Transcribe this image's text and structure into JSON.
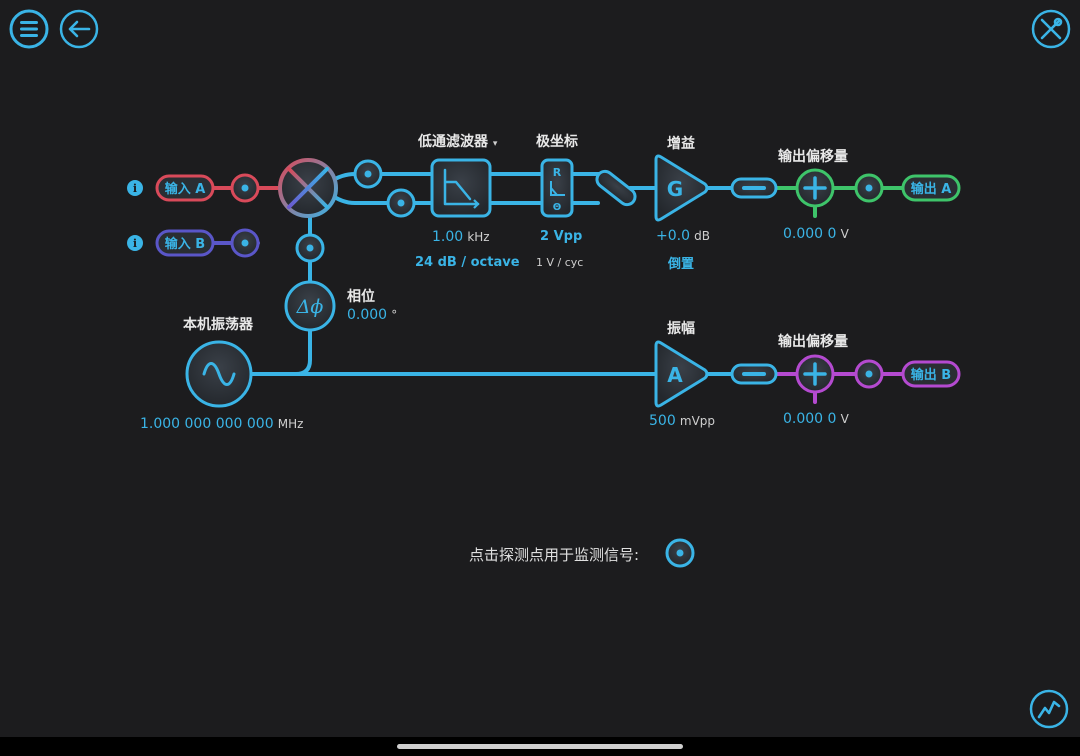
{
  "colors": {
    "background": "#1c1c1e",
    "accent": "#3ab4e6",
    "inputA": "#d94a5a",
    "inputB": "#5a56c8",
    "outputA": "#3ec46a",
    "outputB": "#b44ad0"
  },
  "toolbar": {
    "menu_icon": "menu-icon",
    "back_icon": "back-arrow-icon",
    "tools_icon": "tools-icon",
    "graph_icon": "graph-icon"
  },
  "inputs": {
    "a_label": "输入 A",
    "b_label": "输入 B"
  },
  "lowpass": {
    "title": "低通滤波器",
    "caret": "▾",
    "freq_value": "1.00",
    "freq_unit": "kHz",
    "slope": "24 dB / octave"
  },
  "polar": {
    "title": "极坐标",
    "r": "R",
    "theta": "Θ",
    "range": "2 Vpp",
    "scale": "1 V / cyc"
  },
  "gain": {
    "title": "增益",
    "symbol": "G",
    "value": "+0.0",
    "unit": "dB",
    "invert": "倒置"
  },
  "offset_a": {
    "title": "输出偏移量",
    "value": "0.000 0",
    "unit": "V"
  },
  "output_a": {
    "label": "输出 A"
  },
  "phase": {
    "title": "相位",
    "symbol": "Δϕ",
    "value": "0.000",
    "unit": "°"
  },
  "oscillator": {
    "title": "本机振荡器",
    "value": "1.000 000 000 000",
    "unit": "MHz"
  },
  "amplitude": {
    "title": "振幅",
    "symbol": "A",
    "value": "500",
    "unit": "mVpp"
  },
  "offset_b": {
    "title": "输出偏移量",
    "value": "0.000 0",
    "unit": "V"
  },
  "output_b": {
    "label": "输出 B"
  },
  "hint": {
    "text": "点击探测点用于监测信号:"
  }
}
